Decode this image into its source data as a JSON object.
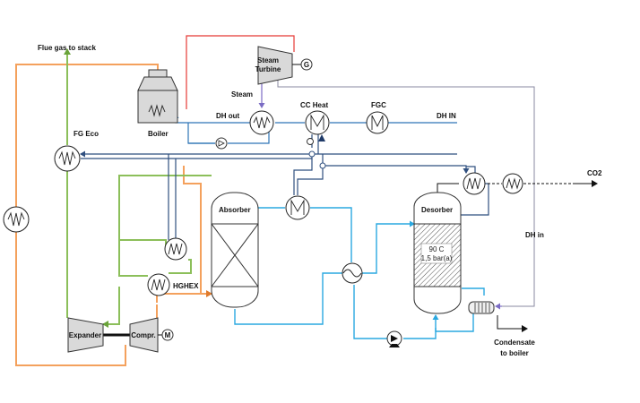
{
  "labels": {
    "flue_gas": "Flue gas to stack",
    "steam_turbine_l1": "Steam",
    "steam_turbine_l2": "Turbine",
    "generator": "G",
    "steam": "Steam",
    "boiler": "Boiler",
    "dh_out": "DH out",
    "cc_heat": "CC Heat",
    "fgc": "FGC",
    "dh_in_top": "DH IN",
    "fg_eco": "FG Eco",
    "co2": "CO2",
    "absorber": "Absorber",
    "desorber": "Desorber",
    "dh_in_right": "DH in",
    "desorber_temp": "90 C",
    "desorber_pressure": "1,5 bar(a)",
    "hghex": "HGHEX",
    "expander": "Expander",
    "compressor": "Compr.",
    "motor": "M",
    "condensate_l1": "Condensate",
    "condensate_l2": "to boiler"
  },
  "colors": {
    "flue_gas_line": "#f4a15d",
    "treated_gas_line": "#8cbf5a",
    "steam_line": "#e53935",
    "water_line": "#2e75b6",
    "district_heating_line": "#2f4f7f",
    "solvent_line": "#2aa8e0",
    "return_line": "#8a8aa0"
  }
}
